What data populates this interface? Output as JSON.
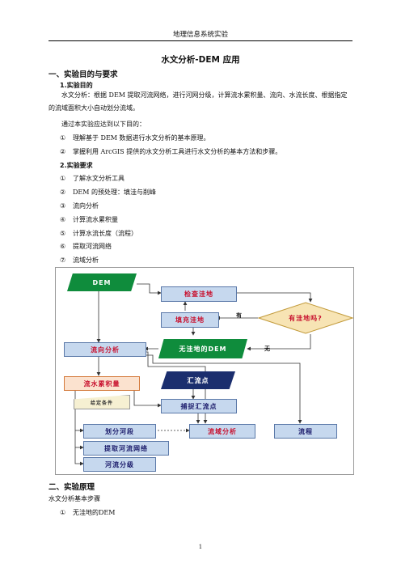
{
  "header": {
    "text": "地理信息系统实验"
  },
  "title": "水文分析-DEM 应用",
  "section1": {
    "heading": "一、实验目的与要求",
    "purpose_heading": "1.实验目的",
    "purpose_para1": "水文分析：根据 DEM 提取河流网络，进行河网分级，计算流水累积量、流向、水流长度、根据指定的流域面积大小自动划分流域。",
    "purpose_para2": "通过本实验应达到以下目的：",
    "purpose_items": [
      {
        "num": "①",
        "text": "理解基于 DEM 数据进行水文分析的基本原理。"
      },
      {
        "num": "②",
        "text": "掌握利用 ArcGIS 提供的水文分析工具进行水文分析的基本方法和步骤。"
      }
    ],
    "req_heading": "2.实验要求",
    "req_items": [
      {
        "num": "①",
        "text": "了解水文分析工具"
      },
      {
        "num": "②",
        "text": "DEM 的预处理：填洼与削峰"
      },
      {
        "num": "③",
        "text": "流向分析"
      },
      {
        "num": "④",
        "text": "计算流水累积量"
      },
      {
        "num": "⑤",
        "text": "计算水流长度（流程）"
      },
      {
        "num": "⑥",
        "text": "提取河流网络"
      },
      {
        "num": "⑦",
        "text": "流域分析"
      }
    ]
  },
  "diagram": {
    "dem": "DEM",
    "check_sink": "检查洼地",
    "fill_sink": "填充洼地",
    "has_sink": "有洼地吗?",
    "yes": "有",
    "no": "无",
    "no_sink_dem": "无洼地的DEM",
    "flow_direction": "流向分析",
    "flow_accumulation": "流水累积量",
    "pour_point": "汇流点",
    "condition": "给定条件",
    "snap_pour": "捕捉汇流点",
    "split_stream": "划分河段",
    "watershed": "流域分析",
    "flow_length": "流程",
    "extract_network": "提取河流网络",
    "stream_order": "河流分级"
  },
  "section2": {
    "heading": "二、实验原理",
    "para": "水文分析基本步骤",
    "items": [
      {
        "num": "①",
        "text": "无洼地的DEM"
      }
    ]
  },
  "footer": {
    "page": "1"
  }
}
